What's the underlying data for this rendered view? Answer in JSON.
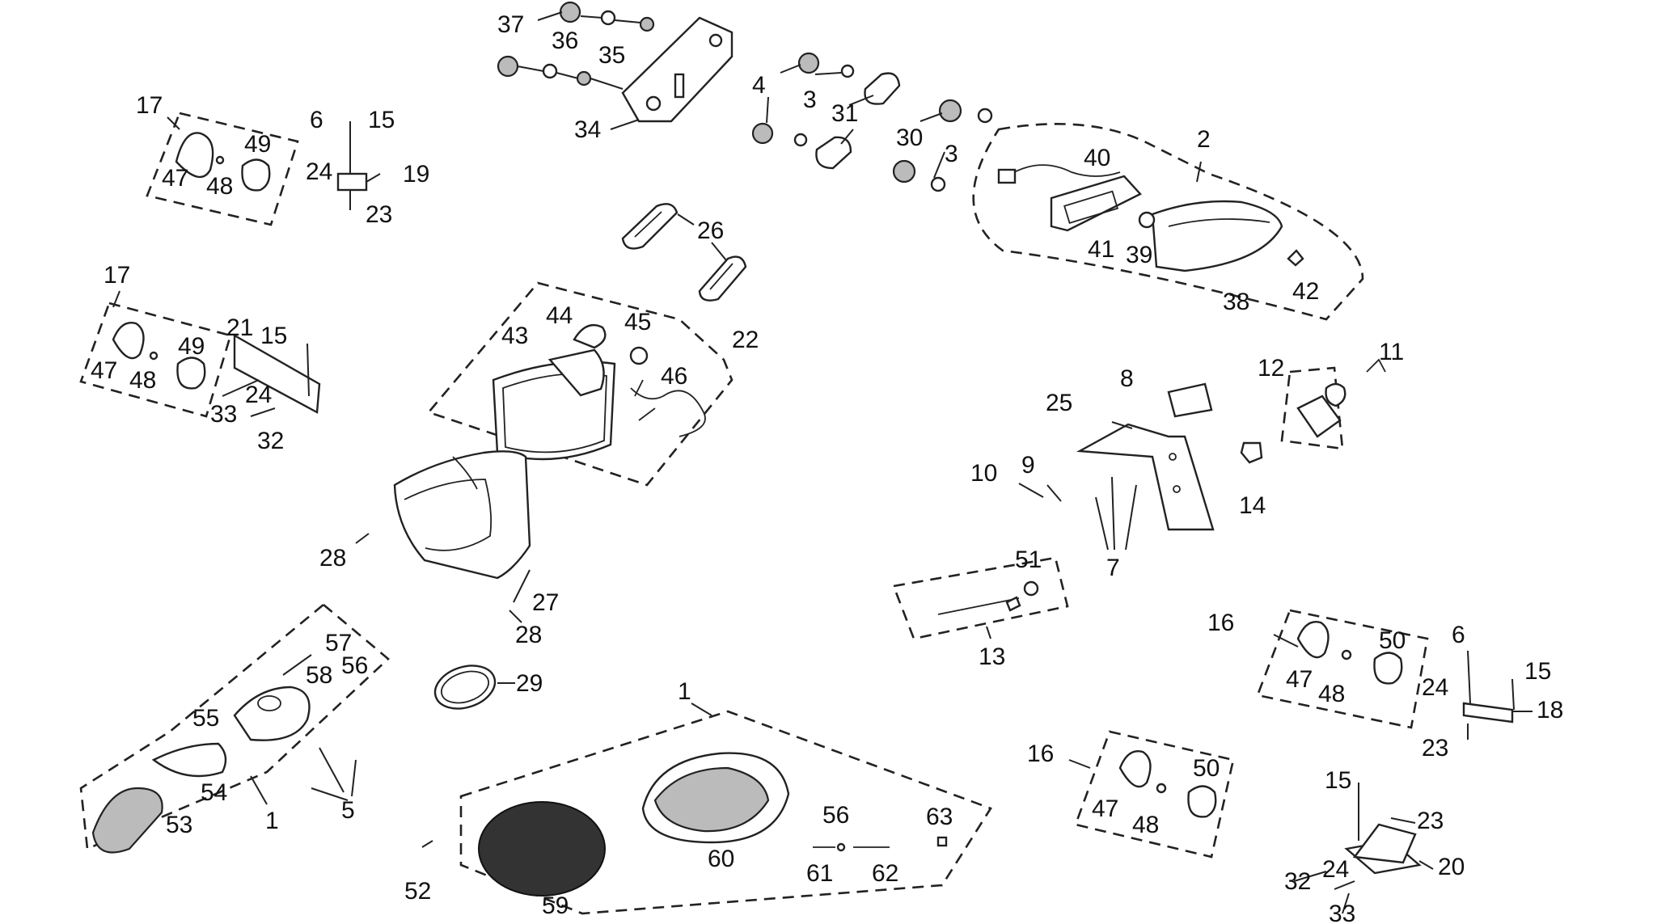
{
  "callouts": {
    "c1a": "1",
    "c1b": "1",
    "c2": "2",
    "c3a": "3",
    "c3b": "3",
    "c4": "4",
    "c5": "5",
    "c6a": "6",
    "c6b": "6",
    "c7": "7",
    "c8": "8",
    "c9": "9",
    "c10": "10",
    "c11": "11",
    "c12": "12",
    "c13": "13",
    "c14": "14",
    "c15a": "15",
    "c15b": "15",
    "c15c": "15",
    "c15d": "15",
    "c16a": "16",
    "c16b": "16",
    "c17a": "17",
    "c17b": "17",
    "c18": "18",
    "c19": "19",
    "c20": "20",
    "c21": "21",
    "c22": "22",
    "c23a": "23",
    "c23b": "23",
    "c23c": "23",
    "c24a": "24",
    "c24b": "24",
    "c24c": "24",
    "c24d": "24",
    "c25": "25",
    "c26": "26",
    "c27": "27",
    "c28a": "28",
    "c28b": "28",
    "c29": "29",
    "c30": "30",
    "c31": "31",
    "c32a": "32",
    "c32b": "32",
    "c33a": "33",
    "c33b": "33",
    "c34": "34",
    "c35": "35",
    "c36": "36",
    "c37": "37",
    "c38": "38",
    "c39": "39",
    "c40": "40",
    "c41": "41",
    "c42": "42",
    "c43": "43",
    "c44": "44",
    "c45": "45",
    "c46": "46",
    "c47a": "47",
    "c47b": "47",
    "c47c": "47",
    "c47d": "47",
    "c48a": "48",
    "c48b": "48",
    "c48c": "48",
    "c48d": "48",
    "c49a": "49",
    "c49b": "49",
    "c50a": "50",
    "c50b": "50",
    "c51": "51",
    "c52": "52",
    "c53": "53",
    "c54": "54",
    "c55": "55",
    "c56a": "56",
    "c56b": "56",
    "c57": "57",
    "c58": "58",
    "c59": "59",
    "c60": "60",
    "c61": "61",
    "c62": "62",
    "c63": "63"
  }
}
